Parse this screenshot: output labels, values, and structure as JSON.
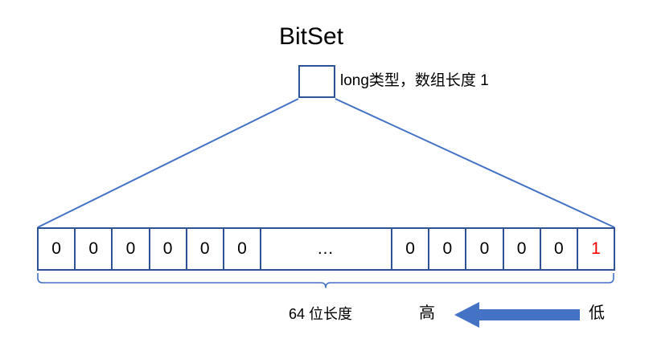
{
  "diagram": {
    "title": "BitSet",
    "long_note": "long类型，数组长度 1",
    "length_label": "64 位长度",
    "high_label": "高",
    "low_label": "低",
    "arrow_direction": "left",
    "colors": {
      "line_blue": "#2E5395",
      "arrow_blue": "#4472C4",
      "set_bit_red": "#FF0000",
      "text_black": "#000000",
      "background": "#FFFFFF"
    },
    "bits": [
      {
        "value": "0",
        "kind": "narrow",
        "set": false
      },
      {
        "value": "0",
        "kind": "narrow",
        "set": false
      },
      {
        "value": "0",
        "kind": "narrow",
        "set": false
      },
      {
        "value": "0",
        "kind": "narrow",
        "set": false
      },
      {
        "value": "0",
        "kind": "narrow",
        "set": false
      },
      {
        "value": "0",
        "kind": "narrow",
        "set": false
      },
      {
        "value": "…",
        "kind": "wide",
        "set": false
      },
      {
        "value": "0",
        "kind": "narrow",
        "set": false
      },
      {
        "value": "0",
        "kind": "narrow",
        "set": false
      },
      {
        "value": "0",
        "kind": "narrow",
        "set": false
      },
      {
        "value": "0",
        "kind": "narrow",
        "set": false
      },
      {
        "value": "0",
        "kind": "narrow",
        "set": false
      },
      {
        "value": "1",
        "kind": "narrow",
        "set": true
      }
    ]
  }
}
